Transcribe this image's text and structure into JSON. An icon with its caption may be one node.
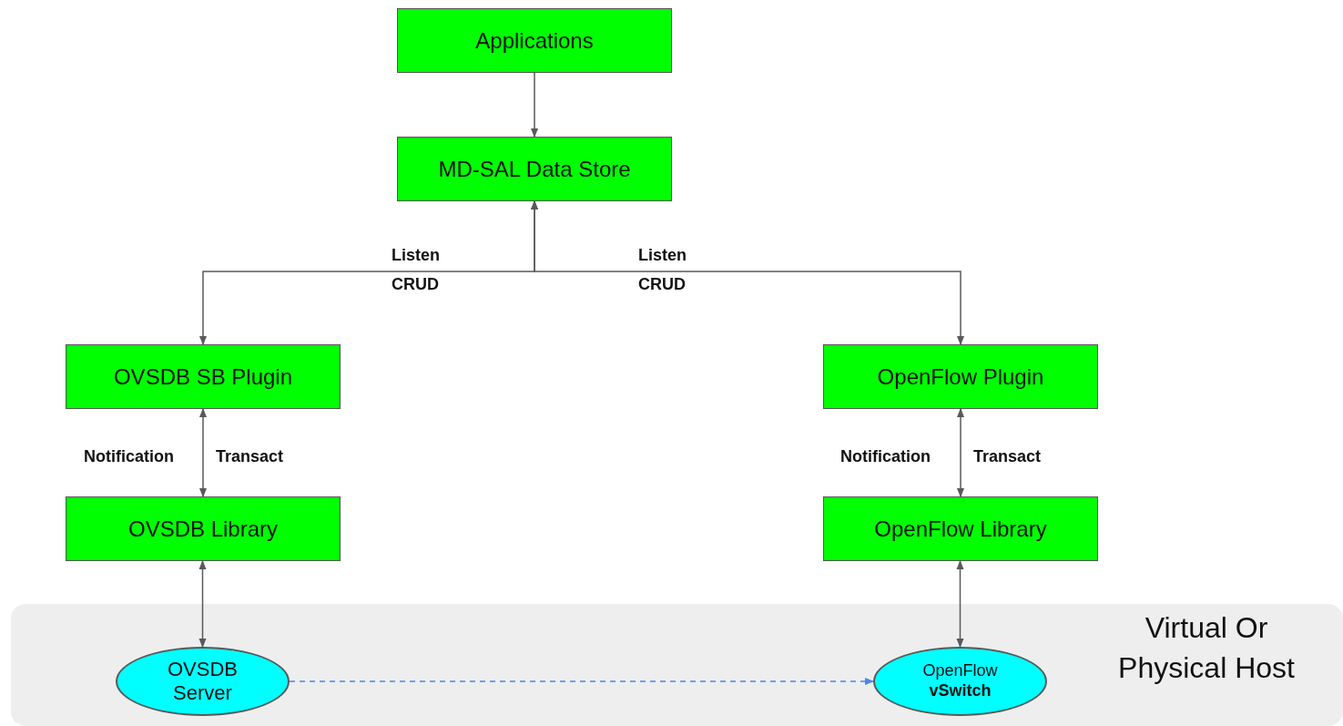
{
  "diagram": {
    "nodes": [
      {
        "text": [
          "Applications"
        ]
      },
      {
        "text": [
          "MD-SAL Data Store"
        ]
      },
      {
        "text": [
          "OVSDB SB Plugin"
        ]
      },
      {
        "text": [
          "OpenFlow Plugin"
        ]
      },
      {
        "text": [
          "OVSDB Library"
        ]
      },
      {
        "text": [
          "OpenFlow Library"
        ]
      },
      {
        "text": [
          "Virtual Or Physical Host"
        ]
      },
      {
        "text": [
          "OVSDB Server"
        ],
        "in": 6
      },
      {
        "text": [
          "OpenFlow **vSwitch**"
        ],
        "in": 6
      }
    ],
    "edges": [
      {
        "from": 0,
        "to": 1,
        "arrow": "to"
      },
      {
        "from": 1,
        "to": 2,
        "arrow": "both"
      },
      {
        "from": 1,
        "to": 3,
        "arrow": "both"
      },
      {
        "from": 2,
        "to": 4,
        "arrow": "both"
      },
      {
        "from": 3,
        "to": 5,
        "arrow": "both"
      },
      {
        "from": 4,
        "to": 7,
        "arrow": "both"
      },
      {
        "from": 5,
        "to": 8,
        "arrow": "both"
      },
      {
        "from": 7,
        "to": 8,
        "arrow": "to",
        "style": "dashed",
        "color": "#4a86e8"
      }
    ],
    "labels": [
      "Listen",
      "Listen",
      "CRUD",
      "CRUD",
      "Notification",
      "Transact",
      "Notification",
      "Transact"
    ]
  }
}
